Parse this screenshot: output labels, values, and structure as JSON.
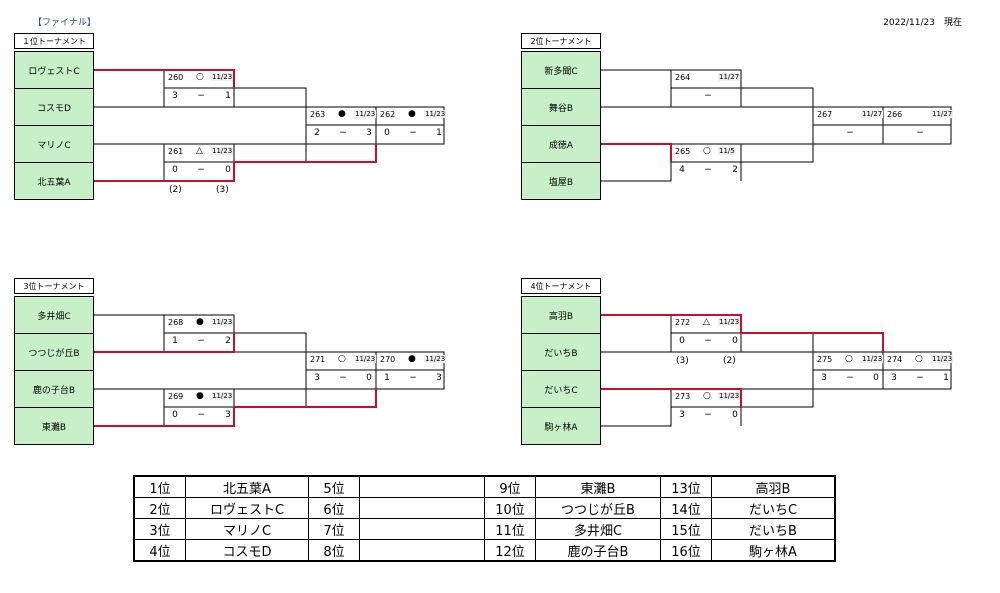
{
  "header": {
    "final_label": "【ファイナル】",
    "as_of": "2022/11/23　現在"
  },
  "brackets": [
    {
      "title": "１位トーナメント",
      "teams": [
        "ロヴェストC",
        "コスモD",
        "マリノC",
        "北五葉A"
      ],
      "semis": [
        {
          "num": "260",
          "sym": "○",
          "date": "11/23",
          "s1": "3",
          "dash": "−",
          "s2": "1",
          "ex1": "",
          "ex2": ""
        },
        {
          "num": "261",
          "sym": "△",
          "date": "11/23",
          "s1": "0",
          "dash": "−",
          "s2": "0",
          "ex1": "(2)",
          "ex2": "(3)"
        }
      ],
      "finals": [
        {
          "num": "263",
          "sym": "●",
          "date": "11/23",
          "s1": "2",
          "dash": "−",
          "s2": "3"
        },
        {
          "num": "262",
          "sym": "●",
          "date": "11/23",
          "s1": "0",
          "dash": "−",
          "s2": "1"
        }
      ]
    },
    {
      "title": "2位トーナメント",
      "teams": [
        "新多聞C",
        "舞谷B",
        "成徳A",
        "塩屋B"
      ],
      "semis": [
        {
          "num": "264",
          "sym": "",
          "date": "11/27",
          "s1": "",
          "dash": "−",
          "s2": "",
          "ex1": "",
          "ex2": ""
        },
        {
          "num": "265",
          "sym": "○",
          "date": "11/5",
          "s1": "4",
          "dash": "−",
          "s2": "2",
          "ex1": "",
          "ex2": ""
        }
      ],
      "finals": [
        {
          "num": "267",
          "sym": "",
          "date": "11/27",
          "s1": "",
          "dash": "−",
          "s2": ""
        },
        {
          "num": "266",
          "sym": "",
          "date": "11/27",
          "s1": "",
          "dash": "−",
          "s2": ""
        }
      ]
    },
    {
      "title": "3位トーナメント",
      "teams": [
        "多井畑C",
        "つつじが丘B",
        "鹿の子台B",
        "東灘B"
      ],
      "semis": [
        {
          "num": "268",
          "sym": "●",
          "date": "11/23",
          "s1": "1",
          "dash": "−",
          "s2": "2",
          "ex1": "",
          "ex2": ""
        },
        {
          "num": "269",
          "sym": "●",
          "date": "11/23",
          "s1": "0",
          "dash": "−",
          "s2": "3",
          "ex1": "",
          "ex2": ""
        }
      ],
      "finals": [
        {
          "num": "271",
          "sym": "○",
          "date": "11/23",
          "s1": "3",
          "dash": "−",
          "s2": "0"
        },
        {
          "num": "270",
          "sym": "●",
          "date": "11/23",
          "s1": "1",
          "dash": "−",
          "s2": "3"
        }
      ]
    },
    {
      "title": "4位トーナメント",
      "teams": [
        "高羽B",
        "だいちB",
        "だいちC",
        "駒ヶ林A"
      ],
      "semis": [
        {
          "num": "272",
          "sym": "△",
          "date": "11/23",
          "s1": "0",
          "dash": "−",
          "s2": "0",
          "ex1": "(3)",
          "ex2": "(2)"
        },
        {
          "num": "273",
          "sym": "○",
          "date": "11/23",
          "s1": "3",
          "dash": "−",
          "s2": "0",
          "ex1": "",
          "ex2": ""
        }
      ],
      "finals": [
        {
          "num": "275",
          "sym": "○",
          "date": "11/23",
          "s1": "3",
          "dash": "−",
          "s2": "0"
        },
        {
          "num": "274",
          "sym": "○",
          "date": "11/23",
          "s1": "3",
          "dash": "−",
          "s2": "1"
        }
      ]
    }
  ],
  "ranking": [
    [
      "1位",
      "北五葉A",
      "5位",
      "",
      "9位",
      "東灘B",
      "13位",
      "高羽B"
    ],
    [
      "2位",
      "ロヴェストC",
      "6位",
      "",
      "10位",
      "つつじが丘B",
      "14位",
      "だいちC"
    ],
    [
      "3位",
      "マリノC",
      "7位",
      "",
      "11位",
      "多井畑C",
      "15位",
      "だいちB"
    ],
    [
      "4位",
      "コスモD",
      "8位",
      "",
      "12位",
      "鹿の子台B",
      "16位",
      "駒ヶ林A"
    ]
  ]
}
